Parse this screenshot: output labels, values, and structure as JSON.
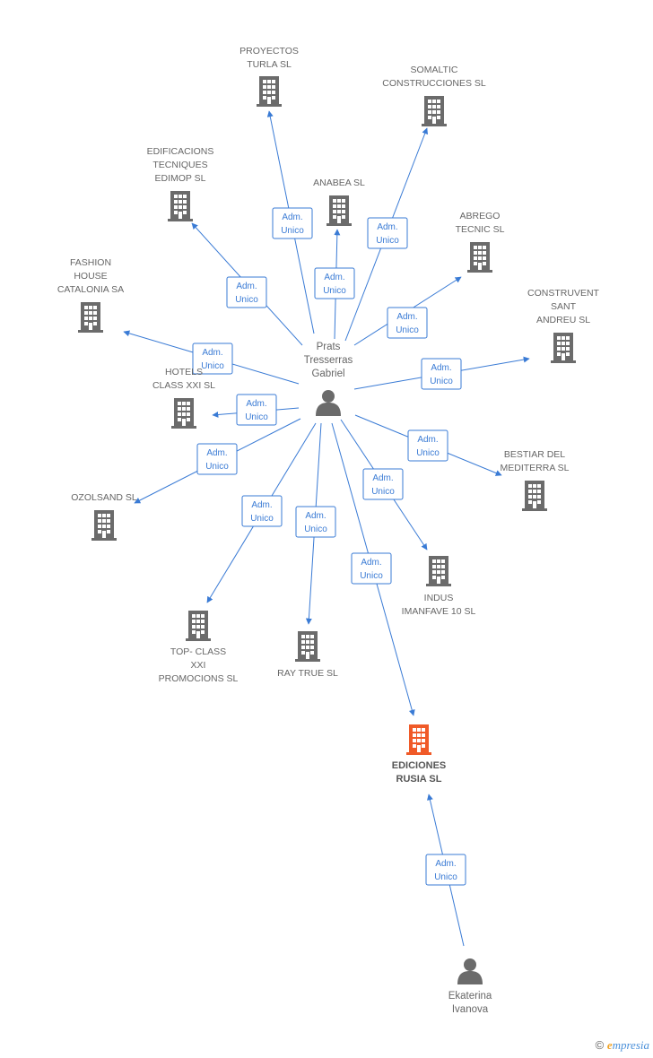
{
  "colors": {
    "edge": "#3a7bd5",
    "company": "#6b6b6b",
    "focus_company": "#f05a28",
    "person": "#6b6b6b"
  },
  "persons": [
    {
      "id": "p1",
      "label": [
        "Prats",
        "Tresserras",
        "Gabriel"
      ],
      "icon": "person-icon"
    },
    {
      "id": "p2",
      "label": [
        "Ekaterina",
        "Ivanova"
      ],
      "icon": "person-icon"
    }
  ],
  "companies": [
    {
      "id": "c1",
      "label": [
        "PROYECTOS",
        "TURLA SL"
      ],
      "icon": "building-icon"
    },
    {
      "id": "c2",
      "label": [
        "SOMALTIC",
        "CONSTRUCCIONES SL"
      ],
      "icon": "building-icon"
    },
    {
      "id": "c3",
      "label": [
        "EDIFICACIONS",
        "TECNIQUES",
        "EDIMOP SL"
      ],
      "icon": "building-icon"
    },
    {
      "id": "c4",
      "label": [
        "ANABEA SL"
      ],
      "icon": "building-icon"
    },
    {
      "id": "c5",
      "label": [
        "ABREGO",
        "TECNIC SL"
      ],
      "icon": "building-icon"
    },
    {
      "id": "c6",
      "label": [
        "FASHION",
        "HOUSE",
        "CATALONIA SA"
      ],
      "icon": "building-icon"
    },
    {
      "id": "c7",
      "label": [
        "CONSTRUVENT",
        "SANT",
        "ANDREU SL"
      ],
      "icon": "building-icon"
    },
    {
      "id": "c8",
      "label": [
        "HOTELS",
        "CLASS XXI SL"
      ],
      "icon": "building-icon"
    },
    {
      "id": "c9",
      "label": [
        "BESTIAR DEL",
        "MEDITERRA SL"
      ],
      "icon": "building-icon"
    },
    {
      "id": "c10",
      "label": [
        "OZOLSAND SL"
      ],
      "icon": "building-icon"
    },
    {
      "id": "c11",
      "label": [
        "INDUS",
        "IMANFAVE 10 SL"
      ],
      "icon": "building-icon"
    },
    {
      "id": "c12",
      "label": [
        "TOP- CLASS",
        "XXI",
        "PROMOCIONS SL"
      ],
      "icon": "building-icon"
    },
    {
      "id": "c13",
      "label": [
        "RAY TRUE SL"
      ],
      "icon": "building-icon"
    },
    {
      "id": "c14",
      "label": [
        "EDICIONES",
        "RUSIA  SL"
      ],
      "icon": "building-icon",
      "focus": true
    }
  ],
  "edges": [
    {
      "from": "p1",
      "to": "c1",
      "label": [
        "Adm.",
        "Unico"
      ]
    },
    {
      "from": "p1",
      "to": "c2",
      "label": [
        "Adm.",
        "Unico"
      ]
    },
    {
      "from": "p1",
      "to": "c3",
      "label": [
        "Adm.",
        "Unico"
      ]
    },
    {
      "from": "p1",
      "to": "c4",
      "label": [
        "Adm.",
        "Unico"
      ]
    },
    {
      "from": "p1",
      "to": "c5",
      "label": [
        "Adm.",
        "Unico"
      ]
    },
    {
      "from": "p1",
      "to": "c6",
      "label": [
        "Adm.",
        "Unico"
      ]
    },
    {
      "from": "p1",
      "to": "c7",
      "label": [
        "Adm.",
        "Unico"
      ]
    },
    {
      "from": "p1",
      "to": "c8",
      "label": [
        "Adm.",
        "Unico"
      ]
    },
    {
      "from": "p1",
      "to": "c9",
      "label": [
        "Adm.",
        "Unico"
      ]
    },
    {
      "from": "p1",
      "to": "c10",
      "label": [
        "Adm.",
        "Unico"
      ]
    },
    {
      "from": "p1",
      "to": "c11",
      "label": [
        "Adm.",
        "Unico"
      ]
    },
    {
      "from": "p1",
      "to": "c12",
      "label": [
        "Adm.",
        "Unico"
      ]
    },
    {
      "from": "p1",
      "to": "c13",
      "label": [
        "Adm.",
        "Unico"
      ]
    },
    {
      "from": "p1",
      "to": "c14",
      "label": [
        "Adm.",
        "Unico"
      ]
    },
    {
      "from": "p2",
      "to": "c14",
      "label": [
        "Adm.",
        "Unico"
      ]
    }
  ],
  "footer": {
    "copyright": "©",
    "brand_initial": "e",
    "brand_rest": "mpresia"
  }
}
